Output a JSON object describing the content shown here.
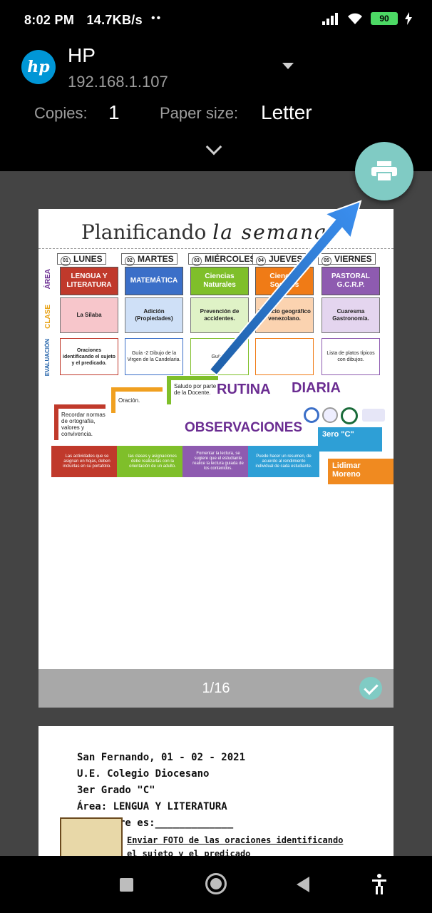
{
  "status_bar": {
    "time": "8:02 PM",
    "network_speed": "14.7KB/s",
    "dots": "••",
    "battery_level": "90",
    "icons": [
      "signal-icon",
      "wifi-icon",
      "battery-icon",
      "charging-icon"
    ]
  },
  "printer": {
    "name": "HP",
    "ip": "192.168.1.107",
    "logo_text": "hp"
  },
  "options": {
    "copies_label": "Copies:",
    "copies_value": "1",
    "paper_label": "Paper size:",
    "paper_value": "Letter"
  },
  "preview": {
    "page_indicator": "1/16"
  },
  "page1": {
    "title_a": "Planificando",
    "title_b": "la semana",
    "days": [
      {
        "num": "01",
        "name": "LUNES"
      },
      {
        "num": "02",
        "name": "MARTES"
      },
      {
        "num": "03",
        "name": "MIÉRCOLES"
      },
      {
        "num": "04",
        "name": "JUEVES"
      },
      {
        "num": "05",
        "name": "VIERNES"
      }
    ],
    "row_labels": {
      "area": "ÁREA",
      "clase": "CLASE",
      "evaluacion": "EVALUACIÓN"
    },
    "areas": [
      "LENGUA Y LITERATURA",
      "MATEMÁTICA",
      "Ciencias Naturales",
      "Ciencias Sociales",
      "PASTORAL G.C.R.P."
    ],
    "clases": [
      "La Sílaba",
      "Adición (Propiedades)",
      "Prevención de accidentes.",
      "Espacio geográfico venezolano.",
      "Cuaresma Gastronomía."
    ],
    "evaluaciones": [
      "Oraciones identificando el sujeto y el predicado.",
      "Guía -2 Dibujo de la Virgen de la Candelaria.",
      "Guía#3",
      "",
      "Lista de platos típicos con dibujos."
    ],
    "routine": {
      "saludo": "Saludo por parte de la Docente.",
      "oracion": "Oración.",
      "recordar": "Recordar normas de ortografía, valores y convivencia.",
      "title_a": "RUTINA",
      "title_b": "DIARIA"
    },
    "observaciones_title": "OBSERVACIONES",
    "steps": [
      "Las actividades que se asignan en hojas, deben incluirlas en su portafolio.",
      "las clases y asignaciones debe realizarlas con la orientación de un adulto.",
      "Fomentar la lectura, se sugiere que el estudiante realice la lectura guiada de los contenidos.",
      "Puede hacer un resumen, de acuerdo al rendimiento individual de cada estudiante."
    ],
    "grade": "3ero \"C\"",
    "teacher": "Lidimar Moreno"
  },
  "page2": {
    "lines": [
      "San Fernando, 01 - 02 - 2021",
      "U.E. Colegio Diocesano",
      "3er Grado \"C\"",
      "Área: LENGUA Y LITERATURA",
      "Mi nombre es:_____________"
    ],
    "instruction_1": "Enviar FOTO de las oraciones identificando",
    "instruction_2": "el sujeto y el predicado"
  },
  "colors": {
    "fab": "#80cbc4",
    "hp_blue": "#0096d6",
    "preview_bg": "#444444"
  }
}
